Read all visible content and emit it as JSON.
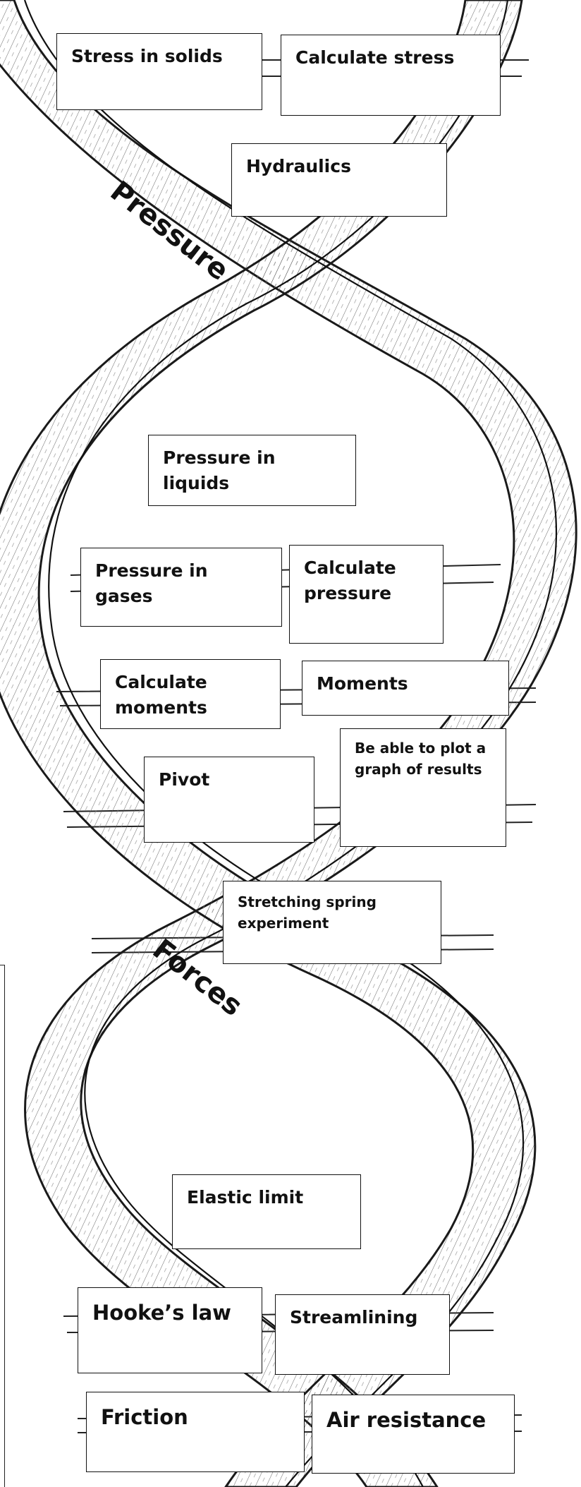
{
  "strand_labels": {
    "top": "Pressure",
    "bottom": "Forces"
  },
  "boxes": {
    "stress_in_solids": "Stress in solids",
    "calculate_stress": "Calculate stress",
    "hydraulics": "Hydraulics",
    "pressure_in_liquids": "Pressure in liquids",
    "pressure_in_gases": "Pressure in gases",
    "calculate_pressure": "Calculate pressure",
    "calculate_moments": "Calculate moments",
    "moments": "Moments",
    "pivot": "Pivot",
    "plot_graph": "Be able to plot a graph of results",
    "stretching_spring": "Stretching spring experiment",
    "elastic_limit": "Elastic limit",
    "hookes_law": "Hooke’s law",
    "streamlining": "Streamlining",
    "friction": "Friction",
    "air_resistance": "Air resistance"
  },
  "colors": {
    "ink": "#1a1a1a",
    "background": "#ffffff"
  }
}
